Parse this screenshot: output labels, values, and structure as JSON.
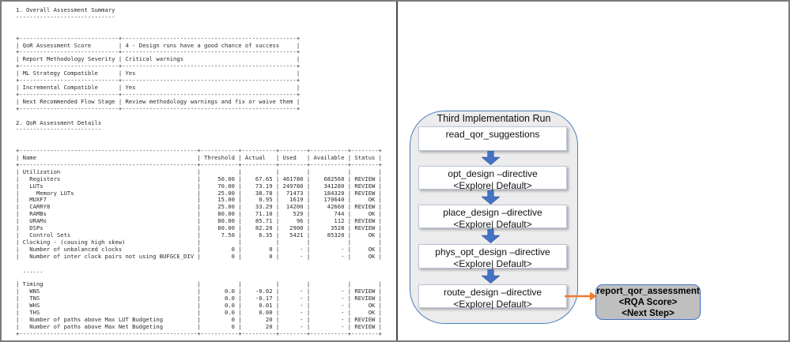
{
  "report": {
    "summary": {
      "title": "1. Overall Assessment Summary",
      "rows": [
        [
          "QoR Assessment Score",
          "4 - Design runs have a good chance of success"
        ],
        [
          "Report Methodology Severity",
          "Critical warnings"
        ],
        [
          "ML Strategy Compatible",
          "Yes"
        ],
        [
          "Incremental Compatible",
          "Yes"
        ],
        [
          "Next Recommended Flow Stage",
          "Review methodology warnings and fix or waive them"
        ]
      ]
    },
    "details": {
      "title": "2. QoR Assessment Details",
      "header": [
        "Name",
        "Threshold",
        "Actual",
        "Used",
        "Available",
        "Status"
      ],
      "rows_top": [
        [
          "Utilization",
          "",
          "",
          "",
          "",
          ""
        ],
        [
          "  Registers",
          "50.00",
          "67.65",
          "461780",
          "682560",
          "REVIEW"
        ],
        [
          "  LUTs",
          "70.00",
          "73.19",
          "249780",
          "341280",
          "REVIEW"
        ],
        [
          "    Memory LUTs",
          "25.00",
          "38.78",
          "71473",
          "184320",
          "REVIEW"
        ],
        [
          "  MUXF7",
          "15.00",
          "0.95",
          "1619",
          "170640",
          "OK"
        ],
        [
          "  CARRY8",
          "25.00",
          "33.29",
          "14200",
          "42660",
          "REVIEW"
        ],
        [
          "  RAMBs",
          "80.00",
          "71.10",
          "529",
          "744",
          "OK"
        ],
        [
          "  URAMs",
          "80.00",
          "85.71",
          "96",
          "112",
          "REVIEW"
        ],
        [
          "  DSPs",
          "80.00",
          "82.20",
          "2900",
          "3528",
          "REVIEW"
        ],
        [
          "  Control Sets",
          "7.50",
          "6.35",
          "5421",
          "85320",
          "OK"
        ],
        [
          "Clocking - (causing high skew)",
          "",
          "",
          "",
          "",
          ""
        ],
        [
          "  Number of unbalanced clocks",
          "0",
          "0",
          "-",
          "-",
          "OK"
        ],
        [
          "  Number of inter clock pairs not using BUFGCE_DIV",
          "0",
          "0",
          "-",
          "-",
          "OK"
        ]
      ],
      "ellipsis": "......",
      "rows_bottom": [
        [
          "Timing",
          "",
          "",
          "",
          "",
          ""
        ],
        [
          "  WNS",
          "0.0",
          "-0.02",
          "-",
          "-",
          "REVIEW"
        ],
        [
          "  TNS",
          "0.0",
          "-0.17",
          "-",
          "-",
          "REVIEW"
        ],
        [
          "  WHS",
          "0.0",
          "0.01",
          "-",
          "-",
          "OK"
        ],
        [
          "  THS",
          "0.0",
          "0.00",
          "-",
          "-",
          "OK"
        ],
        [
          "  Number of paths above Max LUT Budgeting",
          "0",
          "20",
          "-",
          "-",
          "REVIEW"
        ],
        [
          "  Number of paths above Max Net Budgeting",
          "0",
          "20",
          "-",
          "-",
          "REVIEW"
        ]
      ]
    }
  },
  "diagram": {
    "container_title": "Third Implementation Run",
    "steps": [
      {
        "line1": "read_qor_suggestions",
        "line2": ""
      },
      {
        "line1": "opt_design –directive",
        "line2": "<Explore| Default>"
      },
      {
        "line1": "place_design –directive",
        "line2": "<Explore| Default>"
      },
      {
        "line1": "phys_opt_design –directive",
        "line2": "<Explore| Default>"
      },
      {
        "line1": "route_design –directive",
        "line2": "<Explore| Default>"
      }
    ],
    "report_box": {
      "line1": "report_qor_assessment",
      "line2": "<RQA Score>",
      "line3": "<Next Step>"
    },
    "colors": {
      "arrow_blue": "#4472c4",
      "arrow_orange": "#ed7d31",
      "container_fill": "#ececec",
      "container_border": "#4a7ebb",
      "report_fill": "#bfbfbf",
      "report_border": "#4472c4"
    }
  }
}
